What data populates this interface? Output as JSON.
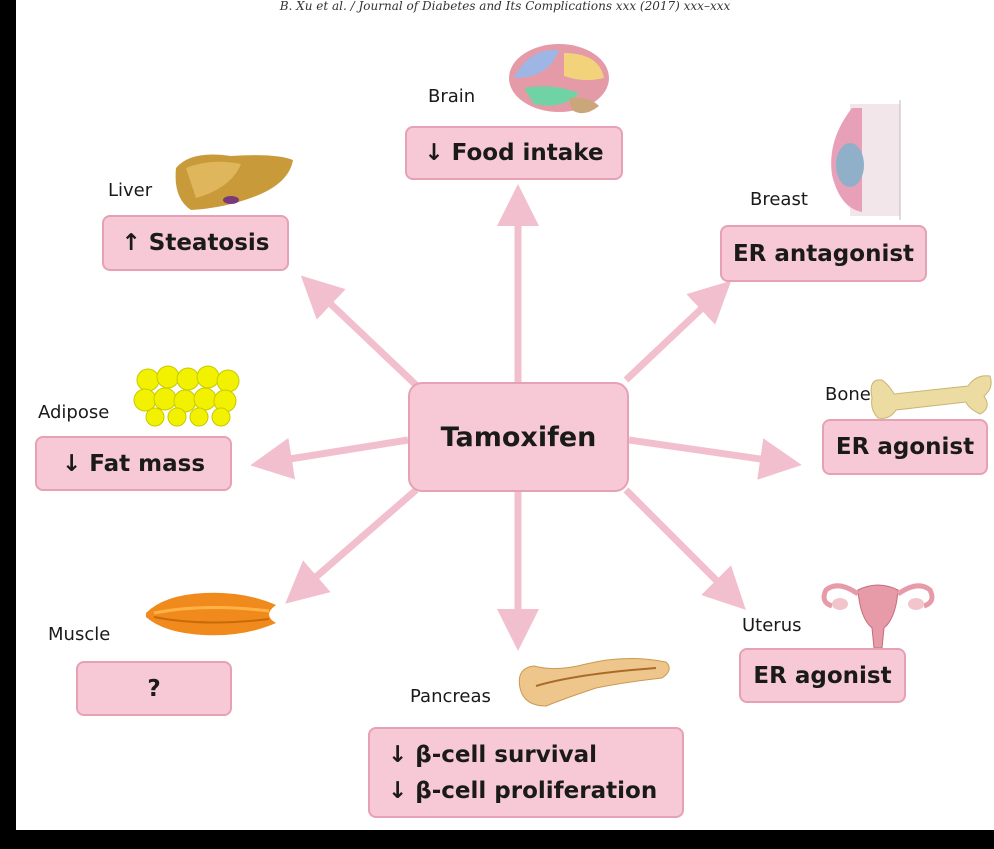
{
  "header": "B. Xu et al. / Journal of Diabetes and Its Complications xxx (2017) xxx–xxx",
  "center": "Tamoxifen",
  "colors": {
    "box_fill": "#f7c9d6",
    "box_border": "#e6a1b4",
    "arrow": "#f2bfcf"
  },
  "organs": {
    "brain": {
      "label": "Brain",
      "effect": "↓ Food intake",
      "icon": "brain-icon"
    },
    "liver": {
      "label": "Liver",
      "effect": "↑ Steatosis",
      "icon": "liver-icon"
    },
    "breast": {
      "label": "Breast",
      "effect": "ER antagonist",
      "icon": "breast-icon"
    },
    "adipose": {
      "label": "Adipose",
      "effect": "↓ Fat mass",
      "icon": "adipose-icon"
    },
    "bone": {
      "label": "Bone",
      "effect": "ER agonist",
      "icon": "bone-icon"
    },
    "muscle": {
      "label": "Muscle",
      "effect": "?",
      "icon": "muscle-icon"
    },
    "uterus": {
      "label": "Uterus",
      "effect": "ER agonist",
      "icon": "uterus-icon"
    },
    "pancreas": {
      "label": "Pancreas",
      "effects": [
        "↓ β-cell survival",
        "↓ β-cell proliferation"
      ],
      "icon": "pancreas-icon"
    }
  }
}
